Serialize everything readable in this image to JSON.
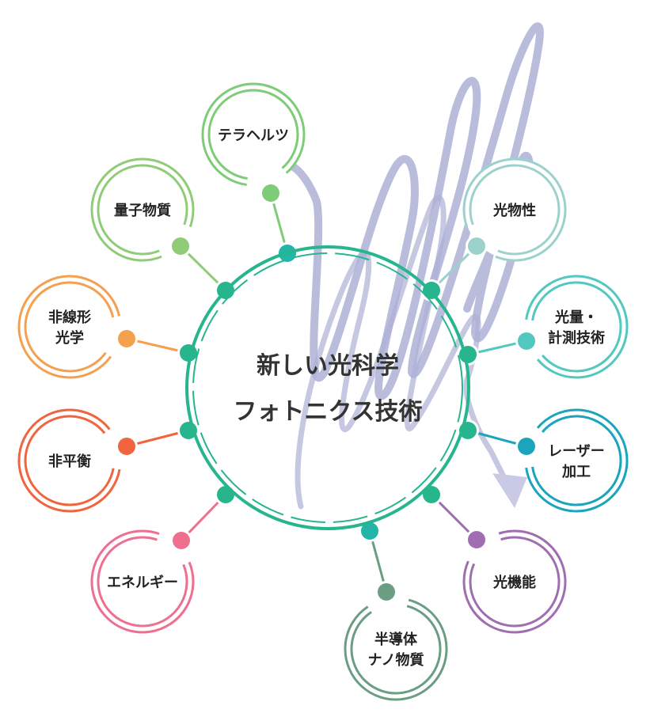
{
  "center": {
    "title_line1": "新しい光科学",
    "title_line2": "フォトニクス技術",
    "color": "#27b58e"
  },
  "nodes": [
    {
      "id": "terahertz",
      "lines": [
        "テラヘルツ"
      ],
      "color": "#7fcc78"
    },
    {
      "id": "quantum-material",
      "lines": [
        "量子物質"
      ],
      "color": "#90cc78"
    },
    {
      "id": "nonlinear-optics",
      "lines": [
        "非線形",
        "光学"
      ],
      "color": "#f4a04e"
    },
    {
      "id": "non-equilibrium",
      "lines": [
        "非平衡"
      ],
      "color": "#f0643e"
    },
    {
      "id": "energy",
      "lines": [
        "エネルギー"
      ],
      "color": "#ef6f8e"
    },
    {
      "id": "semiconductor-nano",
      "lines": [
        "半導体",
        "ナノ物質"
      ],
      "color": "#6a9e82"
    },
    {
      "id": "optical-function",
      "lines": [
        "光機能"
      ],
      "color": "#a06eb0"
    },
    {
      "id": "laser-processing",
      "lines": [
        "レーザー",
        "加工"
      ],
      "color": "#1aa5bd"
    },
    {
      "id": "optical-measurement",
      "lines": [
        "光量・",
        "計測技術"
      ],
      "color": "#52c8c0"
    },
    {
      "id": "optical-property",
      "lines": [
        "光物性"
      ],
      "color": "#9dd2cc"
    }
  ],
  "decor": {
    "wave_color": "#aeb0d6",
    "spoke_dot_color": "#27b58e"
  }
}
